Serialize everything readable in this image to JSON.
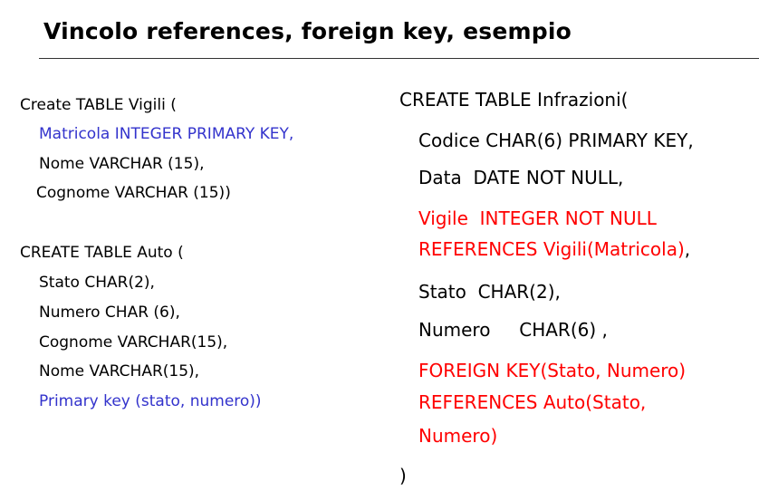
{
  "slide": {
    "title": "Vincolo references, foreign key, esempio"
  },
  "colors": {
    "primary_key_text": "#3333cc",
    "reference_text": "#ff0000",
    "default_text": "#000000"
  },
  "left_column": {
    "vigili_table": [
      "Create TABLE Vigili (",
      "Matricola INTEGER PRIMARY KEY,",
      "Nome VARCHAR (15),",
      "Cognome VARCHAR (15))"
    ],
    "auto_table": [
      "CREATE TABLE Auto (",
      "Stato CHAR(2),",
      "Numero CHAR (6),",
      "Cognome VARCHAR(15),",
      "Nome VARCHAR(15),",
      "Primary key (stato, numero))"
    ]
  },
  "right_column": {
    "infrazioni_table": [
      "CREATE TABLE Infrazioni(",
      "Codice CHAR(6) PRIMARY KEY,",
      "Data  DATE NOT NULL,",
      "Vigile  INTEGER NOT NULL",
      "REFERENCES Vigili(Matricola)",
      ",",
      "Stato  CHAR(2),",
      "Numero     CHAR(6) ,",
      "FOREIGN KEY(Stato, Numero)",
      "REFERENCES Auto(Stato,",
      "Numero)",
      ")"
    ]
  }
}
